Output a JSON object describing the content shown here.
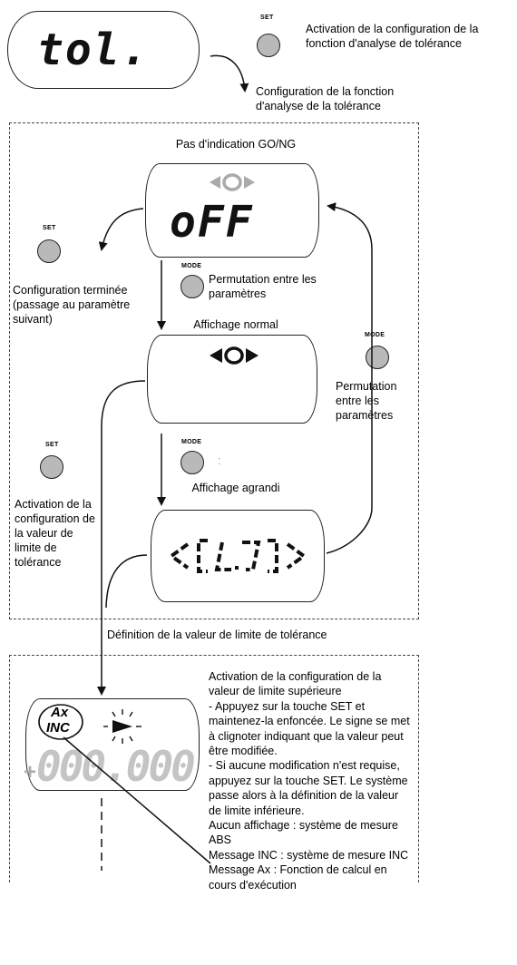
{
  "top": {
    "display": "tol.",
    "set_label": "SET",
    "activation_text": "Activation de la configuration de la fonction d'analyse de tolérance",
    "config_text": "Configuration de la fonction d'analyse de la tolérance"
  },
  "box1": {
    "no_indication": "Pas d'indication GO/NG",
    "off_display": "oFF",
    "set_label_1": "SET",
    "config_done": "Configuration terminée (passage au paramètre suivant)",
    "mode_label_1": "MODE",
    "permutation_1": "Permutation entre les paramètres",
    "normal_display": "Affichage normal",
    "mode_label_right": "MODE",
    "permutation_right": "Permutation entre les paramètres",
    "set_label_2": "SET",
    "activation_limit": "Activation de la configuration de la valeur de limite de tolérance",
    "mode_label_2": "MODE",
    "mode_colon": ":",
    "enlarged_display": "Affichage agrandi"
  },
  "definition_label": "Définition de la valeur de limite de tolérance",
  "box2": {
    "ax": "Ax",
    "inc": "INC",
    "sign": "+",
    "digits": "000.000",
    "description": "Activation de la configuration de la valeur de limite supérieure\n- Appuyez sur la touche SET et maintenez-la enfoncée. Le signe se met à clignoter indiquant que la valeur peut être modifiée.\n- Si aucune modification n'est requise, appuyez sur la touche SET. Le système passe alors à la définition de la valeur de limite inférieure.\nAucun affichage : système de mesure ABS\nMessage INC : système de mesure INC\nMessage Ax : Fonction de calcul en cours d'exécution"
  }
}
